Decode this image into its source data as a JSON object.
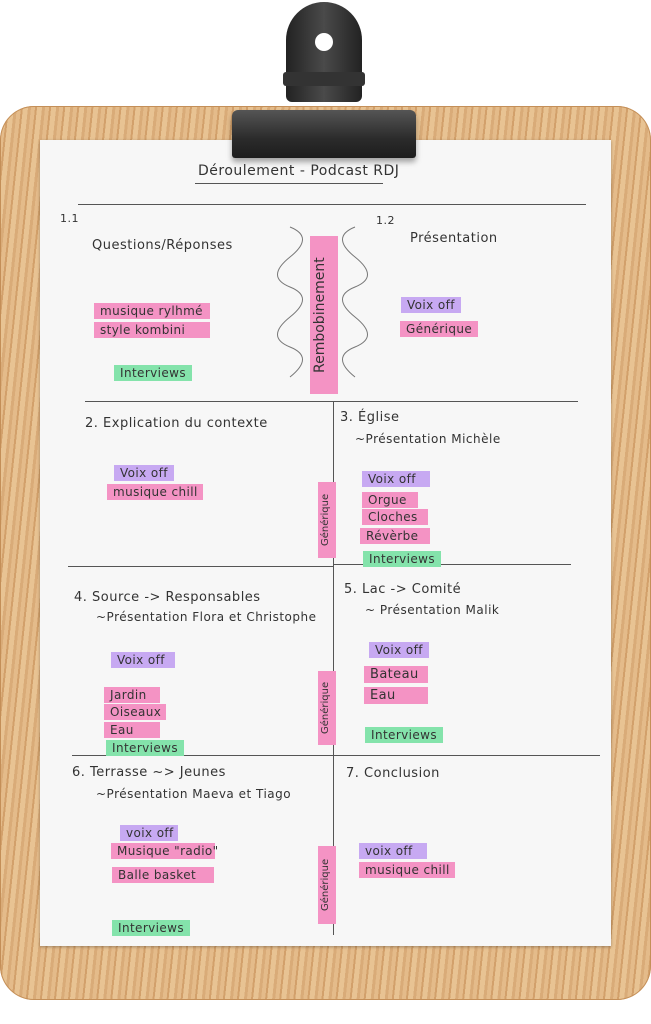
{
  "title": "Déroulement - Podcast RDJ",
  "sections": {
    "s11": {
      "number": "1.1",
      "title": "Questions/Réponses",
      "items": [
        "musique rylhmé",
        "style kombini"
      ],
      "interviews": "Interviews"
    },
    "transition": "Rembobinement",
    "s12": {
      "number": "1.2",
      "title": "Présentation",
      "voix": "Voix off",
      "generique": "Générique"
    },
    "s2": {
      "title": "2. Explication du contexte",
      "voix": "Voix off",
      "items": [
        "musique chill"
      ]
    },
    "s3": {
      "title": "3. Église",
      "subtitle": "~Présentation Michèle",
      "voix": "Voix off",
      "items": [
        "Orgue",
        "Cloches",
        "Révèrbe"
      ],
      "interviews": "Interviews"
    },
    "s4": {
      "title": "4. Source -> Responsables",
      "subtitle": "~Présentation Flora et Christophe",
      "voix": "Voix off",
      "items": [
        "Jardin",
        "Oiseaux",
        "Eau"
      ],
      "interviews": "Interviews"
    },
    "s5": {
      "title": "5. Lac -> Comité",
      "subtitle": "~ Présentation Malik",
      "voix": "Voix off",
      "items": [
        "Bateau",
        "Eau"
      ],
      "interviews": "Interviews"
    },
    "s6": {
      "title": "6. Terrasse ~> Jeunes",
      "subtitle": "~Présentation Maeva et Tiago",
      "voix": "voix off",
      "items": [
        "Musique \"radio\"",
        "Balle basket"
      ],
      "interviews": "Interviews"
    },
    "s7": {
      "title": "7. Conclusion",
      "voix": "voix off",
      "items": [
        "musique chill"
      ]
    }
  },
  "generique": "Générique",
  "colors": {
    "pink": "#f493c4",
    "purple": "#c7a9f2",
    "green": "#84e3ab"
  }
}
